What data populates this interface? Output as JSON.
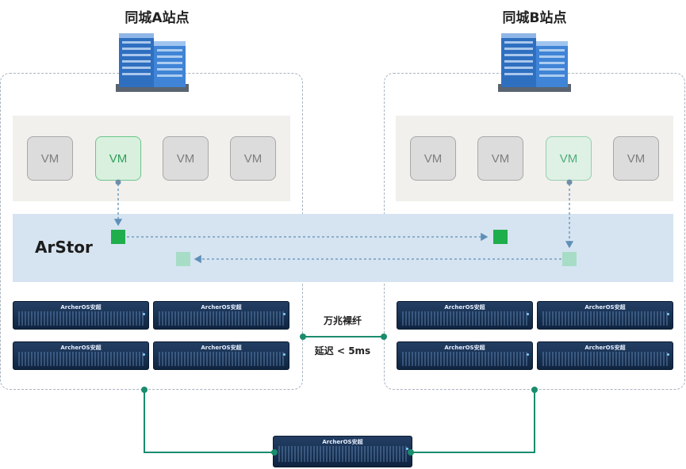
{
  "sites": [
    {
      "title": "同城A站点",
      "vms": [
        {
          "label": "VM",
          "state": "idle"
        },
        {
          "label": "VM",
          "state": "active"
        },
        {
          "label": "VM",
          "state": "idle"
        },
        {
          "label": "VM",
          "state": "idle"
        }
      ]
    },
    {
      "title": "同城B站点",
      "vms": [
        {
          "label": "VM",
          "state": "idle"
        },
        {
          "label": "VM",
          "state": "idle"
        },
        {
          "label": "VM",
          "state": "replica"
        },
        {
          "label": "VM",
          "state": "idle"
        }
      ]
    }
  ],
  "storage_layer": {
    "label": "ArStor"
  },
  "server_brand": "ArcherOS安超",
  "link": {
    "label": "万兆裸纤",
    "latency": "延迟 < 5ms"
  },
  "colors": {
    "link_teal": "#1a8c6e",
    "write_green": "#1fae4c",
    "replica_green": "#a7ddc6",
    "storage_band": "#d6e4f1",
    "vm_band": "#f1f0ec"
  },
  "icons": {
    "site_building": "data-center-building-icon",
    "server": "rack-server-icon"
  }
}
